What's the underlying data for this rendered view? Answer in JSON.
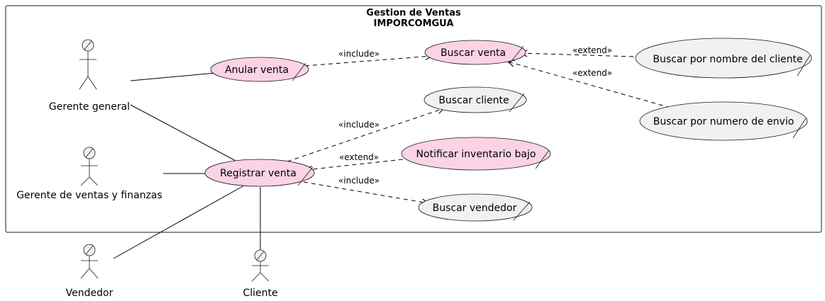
{
  "system": {
    "title_line1": "Gestion de Ventas",
    "title_line2": "IMPORCOMGUA"
  },
  "colors": {
    "highlight": "#fbd3e6",
    "normal": "#f1f1f1",
    "stroke": "#181818"
  },
  "actors": {
    "gerente_general": "Gerente general",
    "gerente_ventas": "Gerente de ventas y finanzas",
    "vendedor": "Vendedor",
    "cliente": "Cliente"
  },
  "use_cases": {
    "anular_venta": "Anular venta",
    "buscar_venta": "Buscar venta",
    "buscar_nombre_cliente": "Buscar por nombre del cliente",
    "buscar_numero_envio": "Buscar por numero de envio",
    "buscar_cliente": "Buscar cliente",
    "notificar_inventario": "Notificar inventario bajo",
    "registrar_venta": "Registrar venta",
    "buscar_vendedor": "Buscar vendedor"
  },
  "relations": {
    "include": "«include»",
    "extend": "«extend»"
  }
}
